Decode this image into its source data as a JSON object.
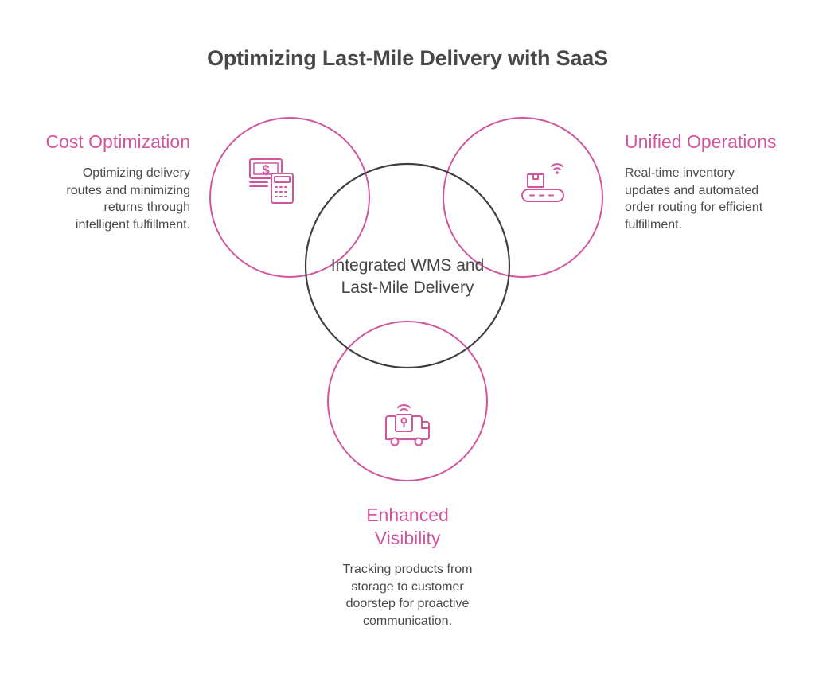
{
  "title": "Optimizing Last-Mile Delivery with SaaS",
  "center": {
    "label": "Integrated WMS and Last-Mile Delivery"
  },
  "nodes": {
    "cost": {
      "heading": "Cost Optimization",
      "description": "Optimizing delivery routes and minimizing returns through intelligent fulfillment.",
      "icon": "money-calculator-icon"
    },
    "unified": {
      "heading": "Unified Operations",
      "description": "Real-time inventory updates and automated order routing for efficient fulfillment.",
      "icon": "conveyor-wifi-icon"
    },
    "visibility": {
      "heading": "Enhanced Visibility",
      "description": "Tracking products from storage to customer doorstep for proactive communication.",
      "icon": "delivery-van-tracking-icon"
    }
  },
  "colors": {
    "accent": "#d2569e",
    "center_ring": "#3f3f3f",
    "text": "#4a4a4a",
    "title": "#484848"
  }
}
